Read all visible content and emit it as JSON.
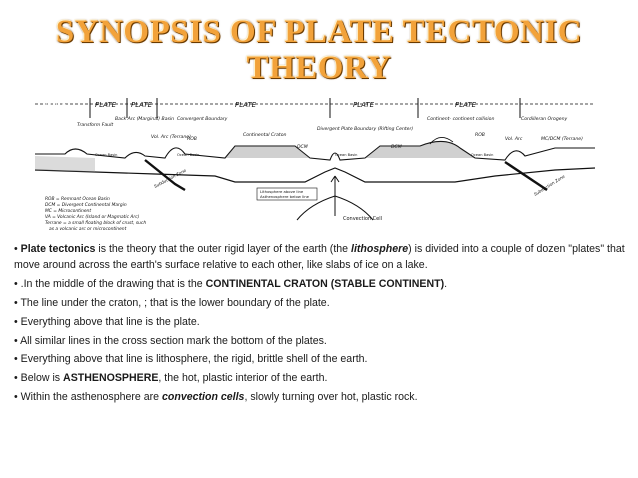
{
  "title": {
    "line1": "SYNOPSIS OF PLATE TECTONIC",
    "line2": "THEORY"
  },
  "diagram": {
    "plate_labels": [
      "PLATE",
      "PLATE",
      "PLATE",
      "PLATE",
      "PLATE",
      "PLATE"
    ],
    "features": {
      "transform_fault": "Transform Fault",
      "back_arc": "Back Arc (Marginal) Basin",
      "vol_arc_left": "Vol. Arc (Terrane)",
      "convergent": "Convergent Boundary",
      "rob_left": "ROB",
      "craton": "Continental Craton",
      "dcm_left": "DCM",
      "divergent": "Divergent Plate Boundary (Rifting Center)",
      "dcm_right": "DCM",
      "continent_collision": "Continent- continent collision",
      "cordilleran": "Cordilleran Orogeny",
      "rob_right": "ROB",
      "vol_arc_right": "Vol. Arc",
      "mc_dcm": "MC/DCM (Terrane)",
      "ocean_basin_1": "Ocean Basin",
      "ocean_basin_2": "Ocean Basin",
      "ocean_basin_3": "Ocean Basin",
      "ocean_basin_4": "Ocean Basin",
      "subduction_left": "Subduction Zone",
      "subduction_right": "Subduction Zone",
      "lithosphere_label": "Lithosphere above line",
      "asthenosphere_label": "Asthenosphere below line",
      "convection": "Convection Cell"
    },
    "legend": [
      "ROB = Remnant Ocean Basin",
      "DCM = Divergent Continental Margin",
      "MC = Microcontinent",
      "VA = Volcanic Arc (Island or Magmatic Arc)",
      "Terrane = a small floating block of crust, such",
      "as a volcanic arc or microcontinent"
    ]
  },
  "bullets": {
    "b1": {
      "prefix": "• ",
      "bold": "Plate tectonics",
      "t1": " is the theory that the outer rigid layer of the earth (the ",
      "em": "lithosphere",
      "t2": ") is divided into a couple of dozen \"plates\" that move around across the earth's surface relative to each other, like slabs of ice on a lake."
    },
    "b2": {
      "prefix": "• .In the middle of the drawing that is the ",
      "bold": "CONTINENTAL CRATON (STABLE CONTINENT)",
      "t1": "."
    },
    "b3": {
      "text": "• The line under the craton, ; that is the lower boundary of the plate."
    },
    "b4": {
      "text": "• Everything above that line is the plate."
    },
    "b5": {
      "text": "• All similar lines in the cross section mark the bottom of the plates."
    },
    "b6": {
      "text": "• Everything above that line is lithosphere, the rigid, brittle shell of the earth."
    },
    "b7": {
      "prefix": "• Below is ",
      "bold": "ASTHENOSPHERE",
      "t1": ", the hot, plastic interior of the earth."
    },
    "b8": {
      "prefix": "• Within the asthenosphere are ",
      "em": "convection cells",
      "t1": ", slowly turning over hot, plastic rock."
    }
  }
}
